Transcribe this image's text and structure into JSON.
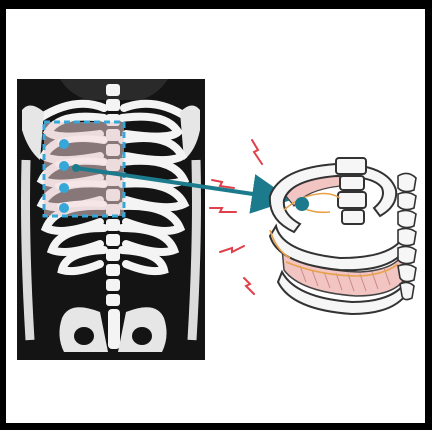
{
  "figure": {
    "icons": {
      "xray": "chest-xray-skeleton",
      "region": "highlighted-rib-region",
      "arrow": "pointer-arrow",
      "detail": "rib-cage-closeup-illustration",
      "pain": "pain-spark-marks"
    },
    "colors": {
      "frame": "#000000",
      "xray_background": "#141414",
      "bone": "#f4f4f4",
      "highlight_box": "#35a7d9",
      "highlight_fill": "#e8c8cc",
      "marker": "#35a7d9",
      "arrow": "#1b7b8c",
      "tissue": "#f2c4c2",
      "nerve": "#e8a24a",
      "pain_mark": "#e0404a"
    },
    "highlight_markers": 4
  }
}
